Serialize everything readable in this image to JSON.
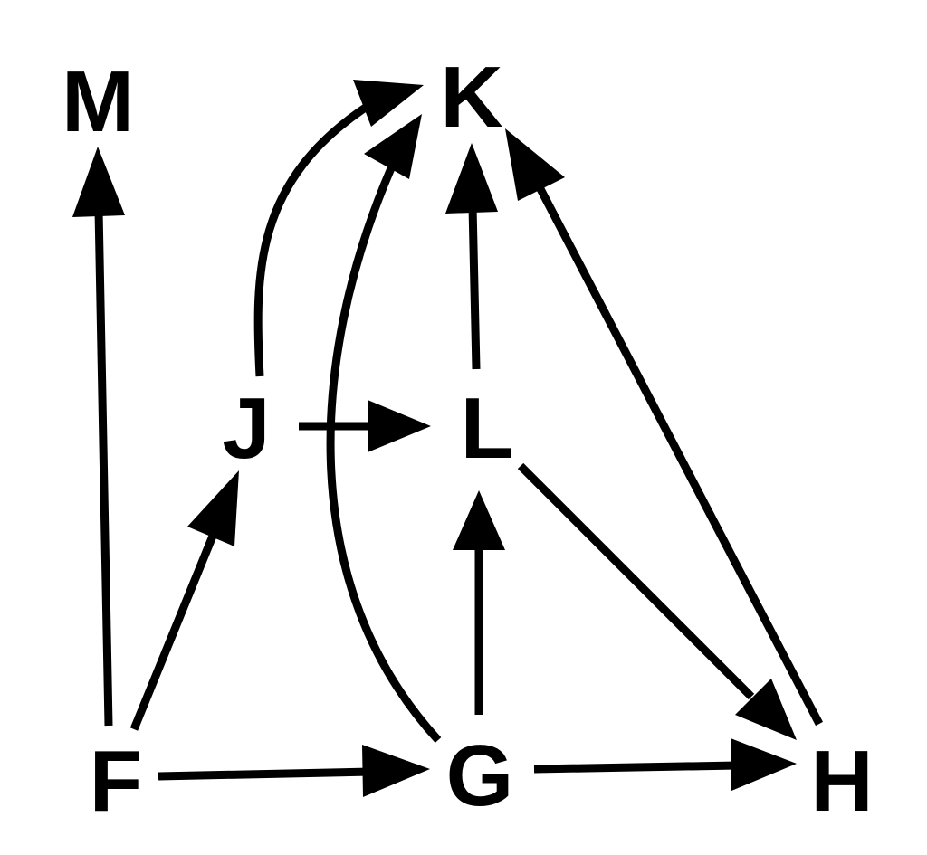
{
  "nodes": [
    {
      "id": "M",
      "label": "M"
    },
    {
      "id": "K",
      "label": "K"
    },
    {
      "id": "J",
      "label": "J"
    },
    {
      "id": "L",
      "label": "L"
    },
    {
      "id": "F",
      "label": "F"
    },
    {
      "id": "G",
      "label": "G"
    },
    {
      "id": "H",
      "label": "H"
    }
  ],
  "edges": [
    {
      "from": "F",
      "to": "M"
    },
    {
      "from": "F",
      "to": "J"
    },
    {
      "from": "F",
      "to": "G"
    },
    {
      "from": "J",
      "to": "K"
    },
    {
      "from": "J",
      "to": "L"
    },
    {
      "from": "G",
      "to": "K"
    },
    {
      "from": "G",
      "to": "L"
    },
    {
      "from": "G",
      "to": "H"
    },
    {
      "from": "L",
      "to": "K"
    },
    {
      "from": "L",
      "to": "H"
    },
    {
      "from": "H",
      "to": "K"
    }
  ],
  "colors": {
    "stroke": "#000000",
    "background": "#ffffff"
  }
}
